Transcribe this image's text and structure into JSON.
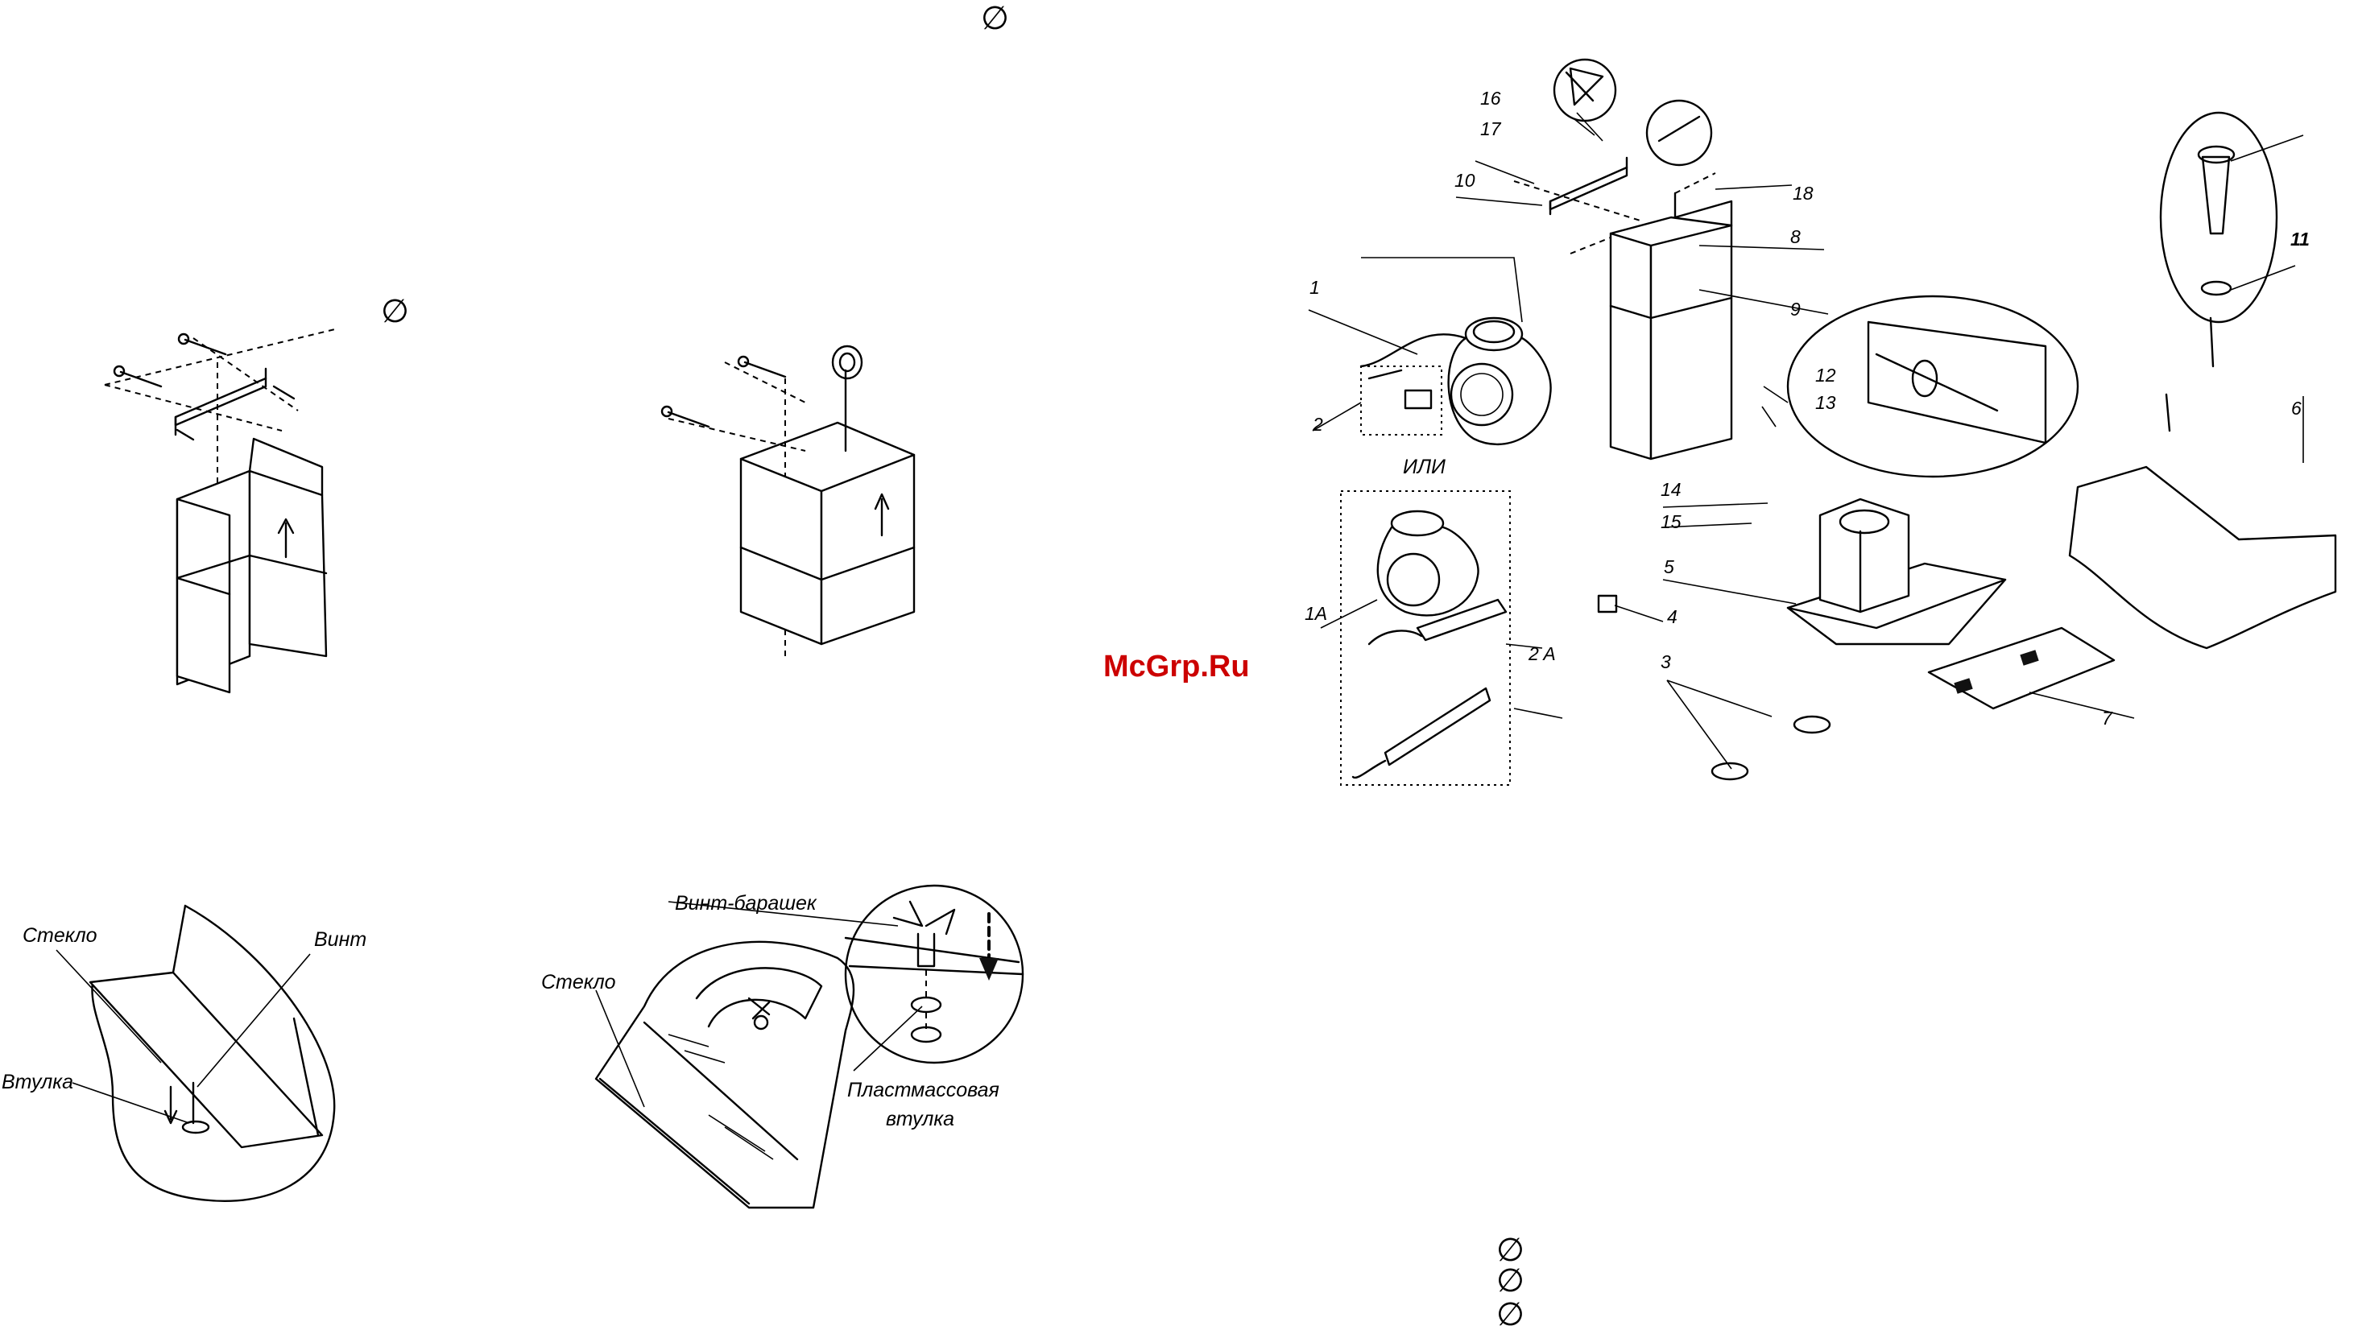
{
  "watermark": "McGrp.Ru",
  "symbols": {
    "diameter": "∅"
  },
  "labels": {
    "glass_left": "Стекло",
    "screw": "Винт",
    "sleeve": "Втулка",
    "wing_screw": "Винт-барашек",
    "glass_right": "Стекло",
    "plastic_sleeve_line1": "Пластмассовая",
    "plastic_sleeve_line2": "втулка",
    "or": "ИЛИ"
  },
  "callouts": [
    "16",
    "17",
    "10",
    "18",
    "8",
    "9",
    "1",
    "2",
    "1A",
    "2 A",
    "12",
    "13",
    "14",
    "15",
    "5",
    "4",
    "3",
    "7",
    "6",
    "11"
  ]
}
